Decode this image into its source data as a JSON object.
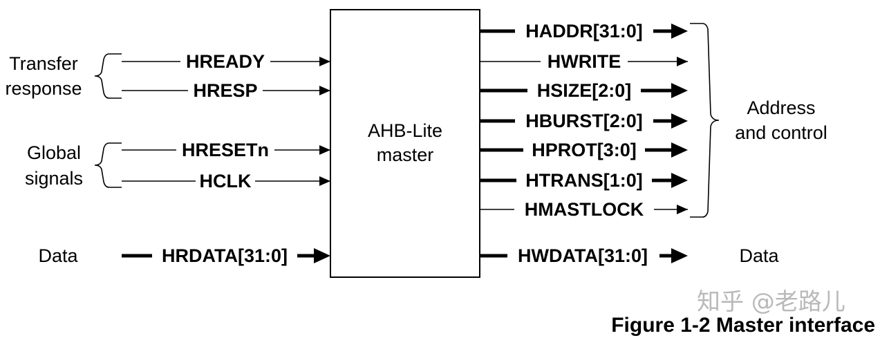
{
  "master_box": {
    "line1": "AHB-Lite",
    "line2": "master"
  },
  "inputs": [
    {
      "name": "HREADY",
      "bus": false
    },
    {
      "name": "HRESP",
      "bus": false
    },
    {
      "name": "HRESETn",
      "bus": false
    },
    {
      "name": "HCLK",
      "bus": false
    },
    {
      "name": "HRDATA[31:0]",
      "bus": true
    }
  ],
  "outputs": [
    {
      "name": "HADDR[31:0]",
      "bus": true
    },
    {
      "name": "HWRITE",
      "bus": false
    },
    {
      "name": "HSIZE[2:0]",
      "bus": true
    },
    {
      "name": "HBURST[2:0]",
      "bus": true
    },
    {
      "name": "HPROT[3:0]",
      "bus": true
    },
    {
      "name": "HTRANS[1:0]",
      "bus": true
    },
    {
      "name": "HMASTLOCK",
      "bus": false
    },
    {
      "name": "HWDATA[31:0]",
      "bus": true
    }
  ],
  "groups": {
    "transfer_response": [
      "Transfer",
      "response"
    ],
    "global_signals": [
      "Global",
      "signals"
    ],
    "data_in": "Data",
    "address_control": [
      "Address",
      "and control"
    ],
    "data_out": "Data"
  },
  "caption": "Figure 1-2 Master interface",
  "watermark": "知乎 @老路儿"
}
